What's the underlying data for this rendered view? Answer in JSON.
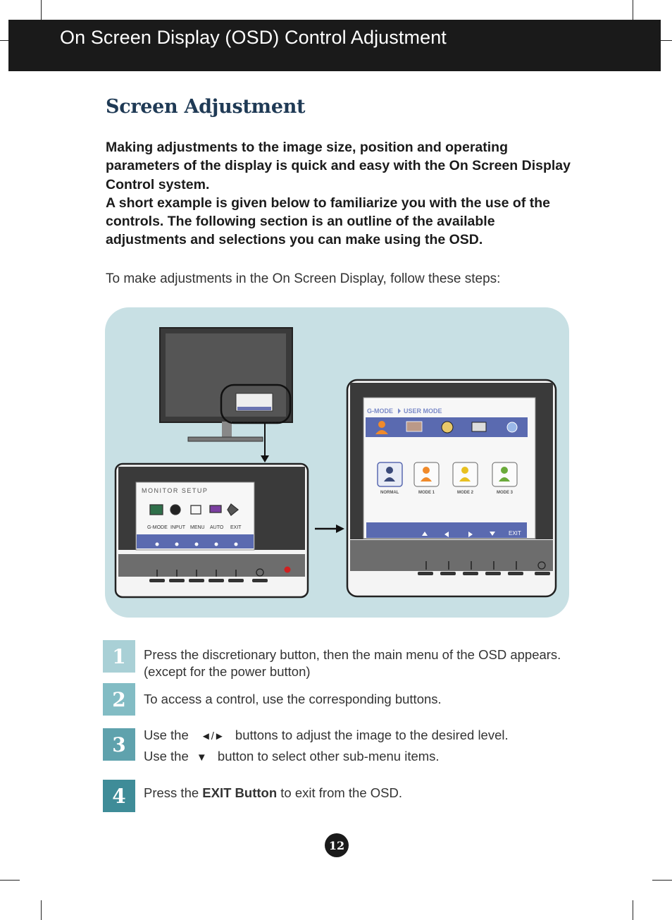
{
  "header": {
    "title": "On Screen Display (OSD) Control Adjustment"
  },
  "section": {
    "title": "Screen Adjustment"
  },
  "intro": {
    "paragraph1": "Making adjustments to the image size, position and operating parameters of the display is quick and easy with the On Screen Display Control system.",
    "paragraph2": "A short example is given below to familiarize you with the use of the controls. The following section is an outline of the available adjustments and selections you can make using the OSD."
  },
  "steps_intro": "To make adjustments in the On Screen Display, follow these steps:",
  "figure": {
    "left_osd": {
      "title": "MONITOR SETUP",
      "items": [
        "G-MODE",
        "INPUT",
        "MENU",
        "AUTO",
        "EXIT"
      ]
    },
    "right_osd": {
      "breadcrumb_1": "G-MODE",
      "breadcrumb_2": "USER MODE",
      "modes": [
        "NORMAL",
        "MODE 1",
        "MODE 2",
        "MODE 3"
      ],
      "exit_label": "EXIT"
    },
    "colors": {
      "background": "#c8e0e4",
      "osd_blue": "#5a6ab0",
      "orange": "#f08a2a",
      "step_blue": "#5fa2ad"
    }
  },
  "steps": [
    {
      "number": "1",
      "line1": "Press the discretionary button, then the main menu of the OSD appears.",
      "line2": "(except for the power button)"
    },
    {
      "number": "2",
      "line1": "To access a control, use the corresponding buttons."
    },
    {
      "number": "3",
      "line1_pre": "Use the",
      "line1_arrows": "◄/►",
      "line1_post": "buttons to adjust the image to the desired level.",
      "line2_pre": "Use the",
      "line2_arrow": "▼",
      "line2_post": "button to select other sub-menu items."
    },
    {
      "number": "4",
      "pre": "Press the ",
      "bold": "EXIT Button",
      "post": " to exit from the OSD."
    }
  ],
  "page_number": "12"
}
